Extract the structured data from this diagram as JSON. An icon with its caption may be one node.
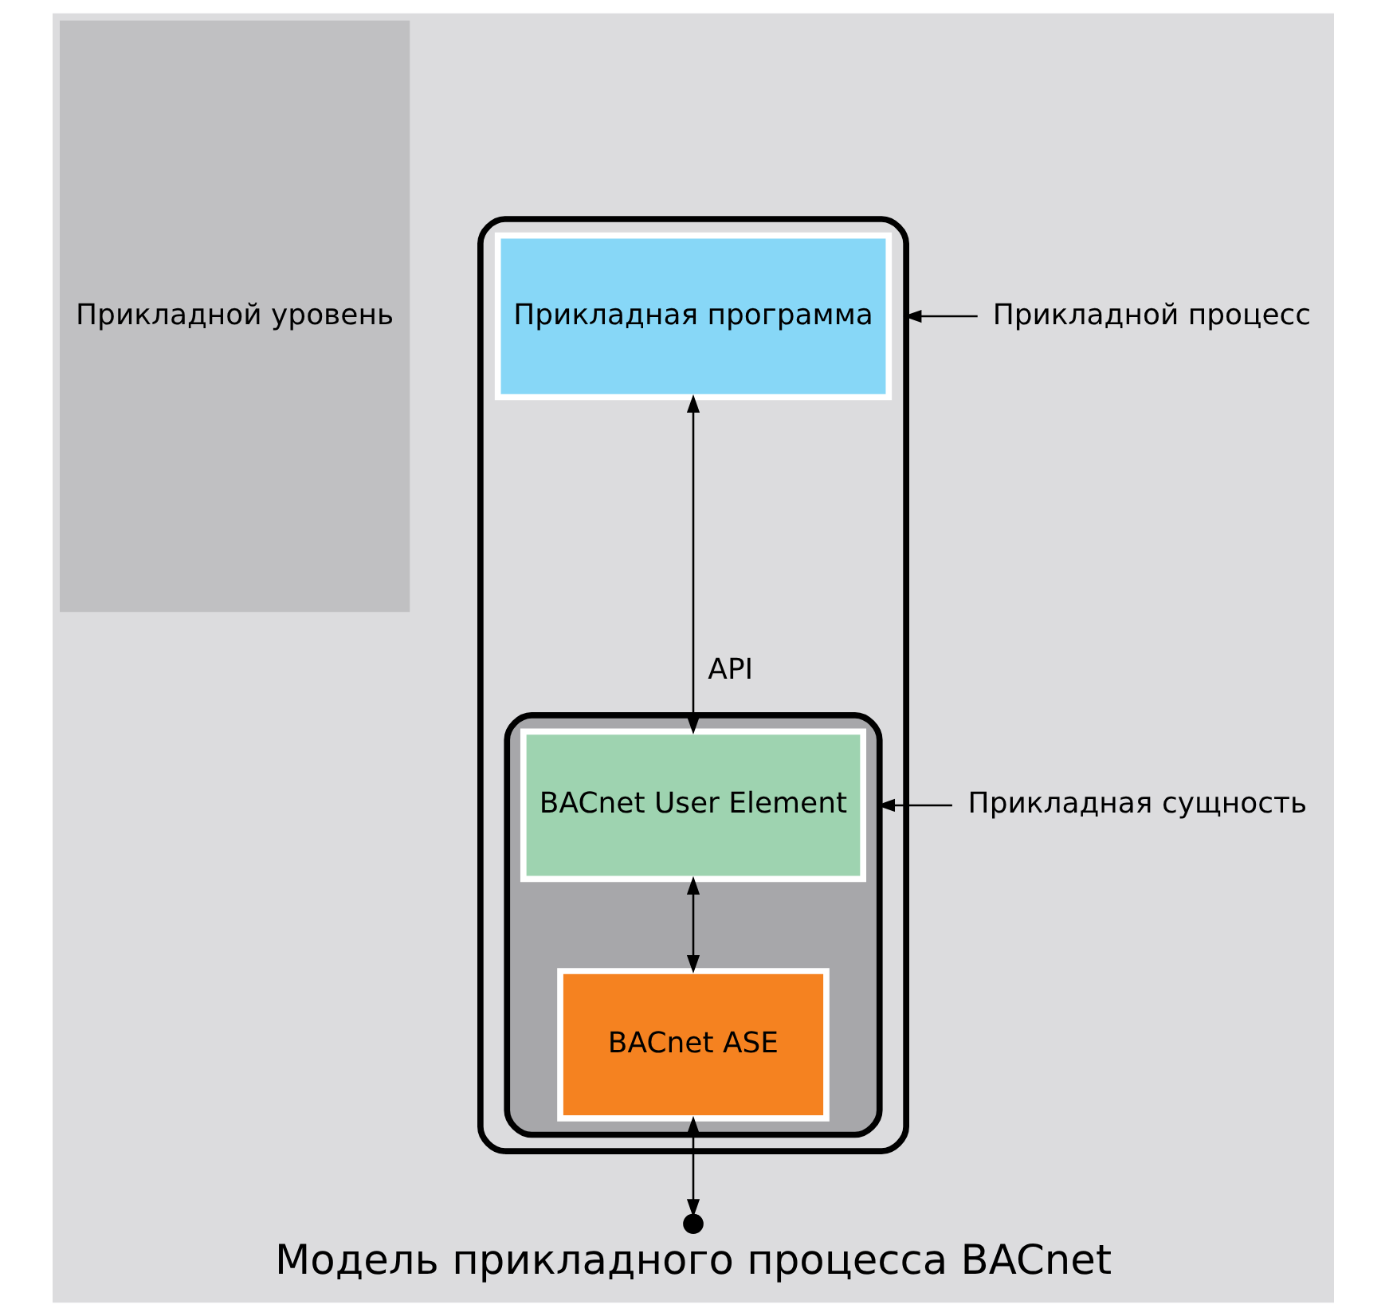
{
  "diagram": {
    "caption": "Модель прикладного процесса BACnet",
    "nodes": [
      {
        "text": [
          "Прикладной уровень"
        ]
      },
      {
        "text": [],
        "shape": "box"
      },
      {
        "text": [
          "Прикладная программа"
        ],
        "in": 1
      },
      {
        "text": [],
        "shape": "box",
        "in": 1
      },
      {
        "text": [
          "BACnet User Element"
        ],
        "in": 3
      },
      {
        "text": [
          "BACnet ASE"
        ],
        "in": 3
      },
      {
        "text": [
          "Прикладной процесс"
        ]
      },
      {
        "text": [
          "Прикладная сущность"
        ]
      },
      {
        "text": [],
        "shape": "circle"
      }
    ],
    "edges": [
      {
        "from": 2,
        "to": 4,
        "arrow": "both",
        "label": "API"
      },
      {
        "from": 4,
        "to": 5,
        "arrow": "both"
      },
      {
        "from": 5,
        "to": 8,
        "arrow": "both"
      },
      {
        "from": 6,
        "to": 1,
        "arrow": "to"
      },
      {
        "from": 7,
        "to": 3,
        "arrow": "to"
      }
    ]
  }
}
